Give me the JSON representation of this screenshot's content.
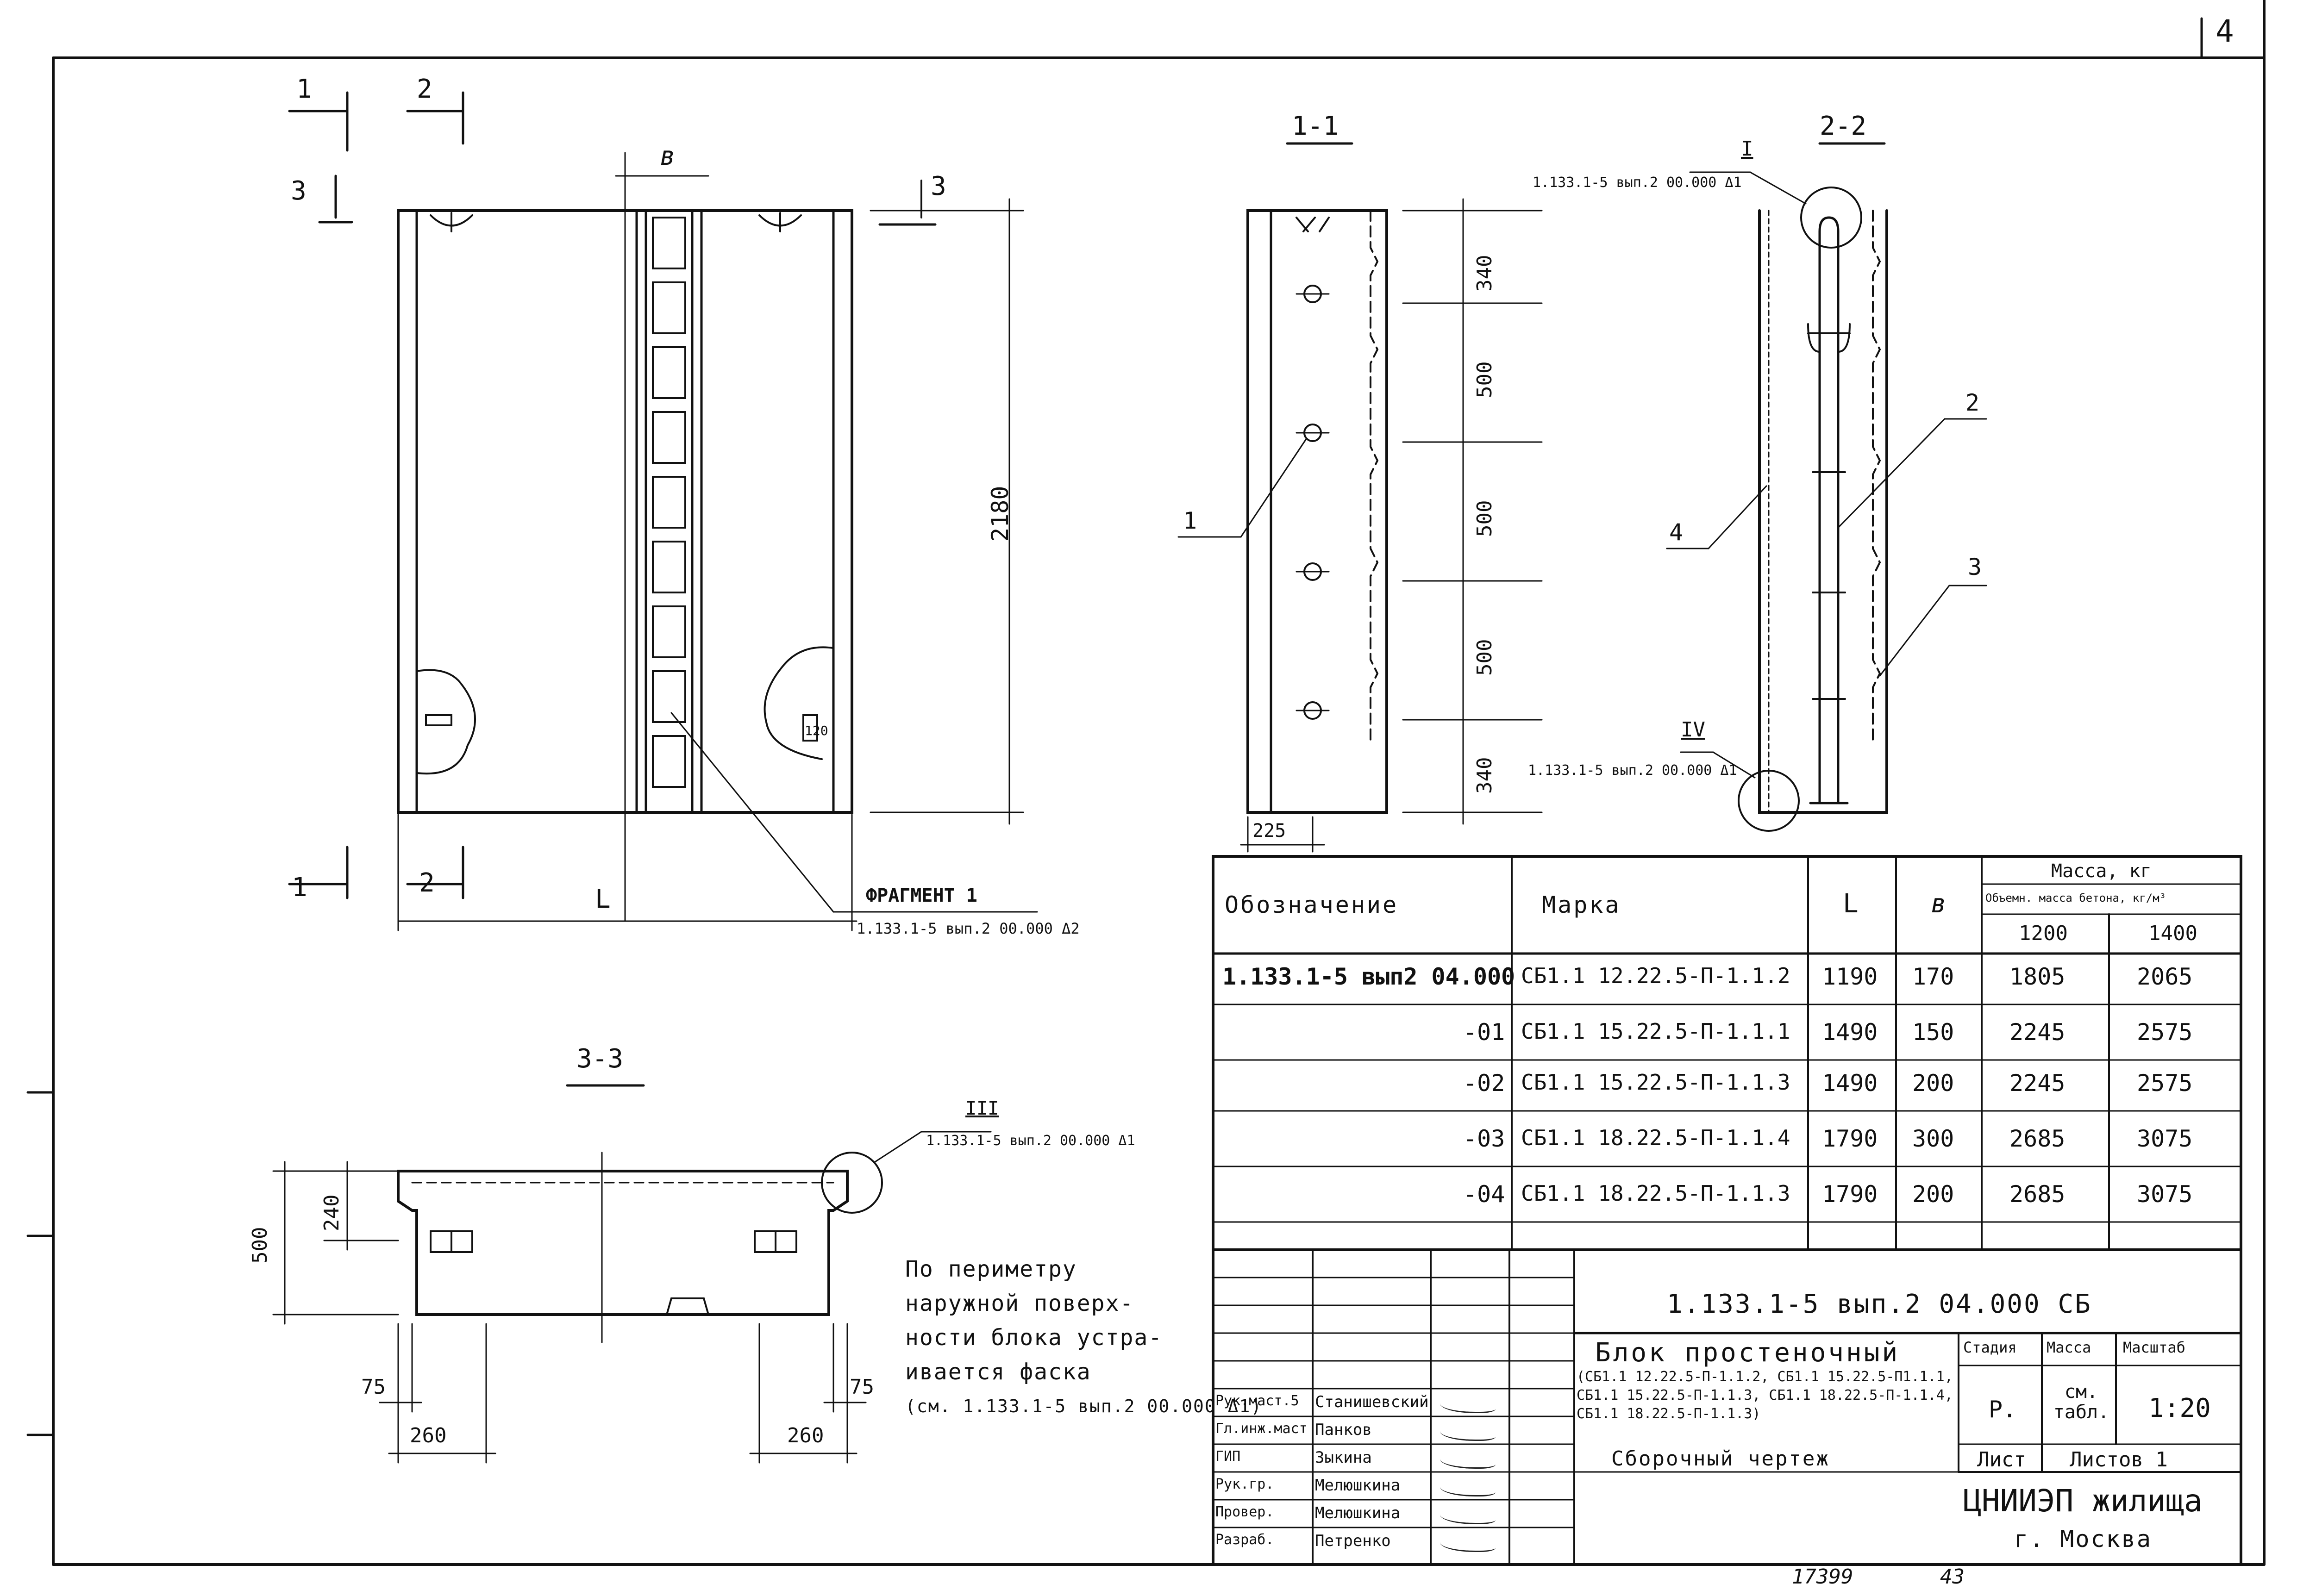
{
  "sheet": {
    "page_number": "4",
    "inventory_number": "17399",
    "page_mark": "43"
  },
  "plan": {
    "section_marks": [
      "1",
      "2",
      "3",
      "3",
      "1",
      "2"
    ],
    "b_label": "в",
    "height_dim": "2180",
    "length_label": "L",
    "slot_dim": "120",
    "fragment_label": "ФРАГМЕНТ 1",
    "fragment_ref": "1.133.1-5 вып.2 00.000 Δ2"
  },
  "section_1_1": {
    "title": "1-1",
    "dims": [
      "340",
      "500",
      "500",
      "500",
      "340"
    ],
    "width_dim": "225",
    "callout": "1"
  },
  "section_2_2": {
    "title": "2-2",
    "node_top": "I",
    "node_top_ref": "1.133.1-5 вып.2 00.000 Δ1",
    "node_bottom": "IV",
    "node_bottom_ref": "1.133.1-5 вып.2 00.000 Δ1",
    "callouts": [
      "2",
      "3",
      "4"
    ]
  },
  "section_3_3": {
    "title": "3-3",
    "node": "III",
    "node_ref": "1.133.1-5 вып.2 00.000 Δ1",
    "dims": [
      "500",
      "240",
      "75",
      "75",
      "260",
      "260"
    ]
  },
  "note": {
    "lines": [
      "По периметру",
      "наружной поверх-",
      "ности блока устра-",
      "ивается фаска",
      "(см. 1.133.1-5 вып.2 00.000 Δ1)"
    ]
  },
  "spec_table": {
    "headers": {
      "designation": "Обозначение",
      "mark": "Марка",
      "L": "L",
      "b": "в",
      "mass": "Масса, кг",
      "density": "Объемн. масса бетона, кг/м³",
      "d1": "1200",
      "d2": "1400"
    },
    "rows": [
      {
        "designation": "1.133.1-5 вып2 04.000",
        "mark": "СБ1.1 12.22.5-П-1.1.2",
        "L": "1190",
        "b": "170",
        "m1": "1805",
        "m2": "2065"
      },
      {
        "designation": "-01",
        "mark": "СБ1.1 15.22.5-П-1.1.1",
        "L": "1490",
        "b": "150",
        "m1": "2245",
        "m2": "2575"
      },
      {
        "designation": "-02",
        "mark": "СБ1.1 15.22.5-П-1.1.3",
        "L": "1490",
        "b": "200",
        "m1": "2245",
        "m2": "2575"
      },
      {
        "designation": "-03",
        "mark": "СБ1.1 18.22.5-П-1.1.4",
        "L": "1790",
        "b": "300",
        "m1": "2685",
        "m2": "3075"
      },
      {
        "designation": "-04",
        "mark": "СБ1.1 18.22.5-П-1.1.3",
        "L": "1790",
        "b": "200",
        "m1": "2685",
        "m2": "3075"
      }
    ]
  },
  "title_block": {
    "doc_code": "1.133.1-5 вып.2 04.000 СБ",
    "name": "Блок простеночный",
    "marks_lines": [
      "(СБ1.1 12.22.5-П-1.1.2, СБ1.1 15.22.5-П1.1.1,",
      "СБ1.1 15.22.5-П-1.1.3, СБ1.1 18.22.5-П-1.1.4,",
      "СБ1.1 18.22.5-П-1.1.3)"
    ],
    "doc_type": "Сборочный чертеж",
    "stage_label": "Стадия",
    "mass_label": "Масса",
    "scale_label": "Масштаб",
    "stage": "Р.",
    "mass": "см. табл.",
    "scale": "1:20",
    "sheet_label": "Лист",
    "sheets_label": "Листов 1",
    "org": "ЦНИИЭП жилища",
    "city": "г. Москва",
    "people": [
      {
        "role": "Рук.маст.5",
        "name": "Станишевский"
      },
      {
        "role": "Гл.инж.маст",
        "name": "Панков"
      },
      {
        "role": "ГИП",
        "name": "Зыкина"
      },
      {
        "role": "Рук.гр.",
        "name": "Мелюшкина"
      },
      {
        "role": "Провер.",
        "name": "Мелюшкина"
      },
      {
        "role": "Разраб.",
        "name": "Петренко"
      }
    ]
  }
}
